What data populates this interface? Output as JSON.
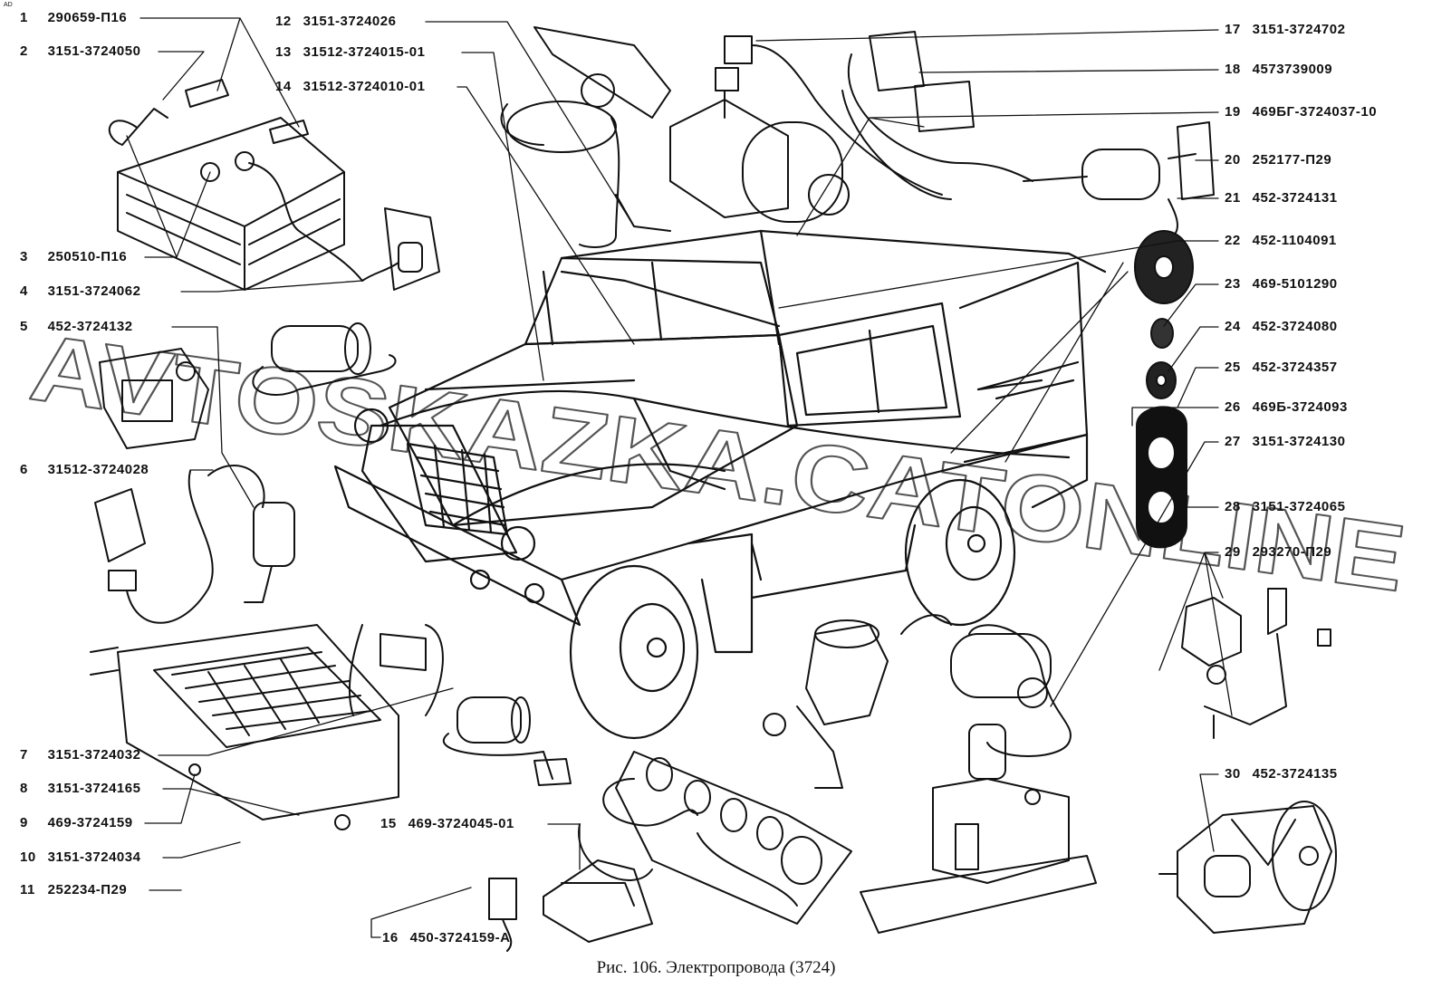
{
  "corner_mark": "AD",
  "caption": "Рис. 106. Электропровода (3724)",
  "watermark": "AVTOSKAZKA.CATONLINE",
  "parts": [
    {
      "num": "1",
      "code": "290659-П16"
    },
    {
      "num": "2",
      "code": "3151-3724050"
    },
    {
      "num": "3",
      "code": "250510-П16"
    },
    {
      "num": "4",
      "code": "3151-3724062"
    },
    {
      "num": "5",
      "code": "452-3724132"
    },
    {
      "num": "6",
      "code": "31512-3724028"
    },
    {
      "num": "7",
      "code": "3151-3724032"
    },
    {
      "num": "8",
      "code": "3151-3724165"
    },
    {
      "num": "9",
      "code": "469-3724159"
    },
    {
      "num": "10",
      "code": "3151-3724034"
    },
    {
      "num": "11",
      "code": "252234-П29"
    },
    {
      "num": "12",
      "code": "3151-3724026"
    },
    {
      "num": "13",
      "code": "31512-3724015-01"
    },
    {
      "num": "14",
      "code": "31512-3724010-01"
    },
    {
      "num": "15",
      "code": "469-3724045-01"
    },
    {
      "num": "16",
      "code": "450-3724159-А"
    },
    {
      "num": "17",
      "code": "3151-3724702"
    },
    {
      "num": "18",
      "code": "4573739009"
    },
    {
      "num": "19",
      "code": "469БГ-3724037-10"
    },
    {
      "num": "20",
      "code": "252177-П29"
    },
    {
      "num": "21",
      "code": "452-3724131"
    },
    {
      "num": "22",
      "code": "452-1104091"
    },
    {
      "num": "23",
      "code": "469-5101290"
    },
    {
      "num": "24",
      "code": "452-3724080"
    },
    {
      "num": "25",
      "code": "452-3724357"
    },
    {
      "num": "26",
      "code": "469Б-3724093"
    },
    {
      "num": "27",
      "code": "3151-3724130"
    },
    {
      "num": "28",
      "code": "3151-3724065"
    },
    {
      "num": "29",
      "code": "293270-П29"
    },
    {
      "num": "30",
      "code": "452-3724135"
    }
  ]
}
